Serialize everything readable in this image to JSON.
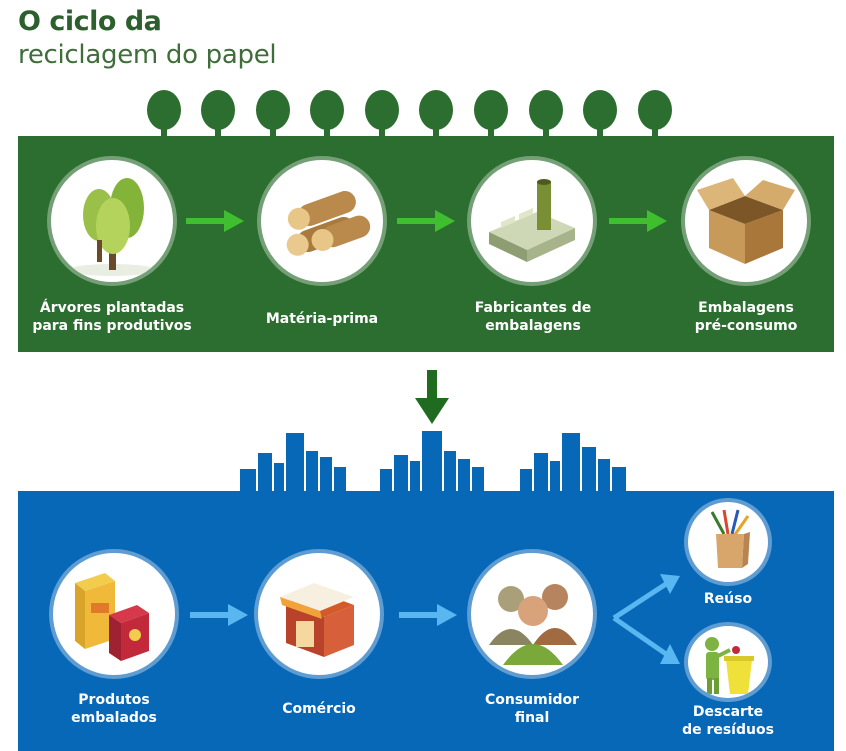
{
  "title": {
    "line1": "O ciclo da",
    "line2": "reciclagem do papel"
  },
  "production_stages": [
    {
      "line1": "Árvores plantadas",
      "line2": "para fins produtivos",
      "icon": "trees-icon"
    },
    {
      "line1": "Matéria-prima",
      "line2": "",
      "icon": "logs-icon"
    },
    {
      "line1": "Fabricantes de",
      "line2": "embalagens",
      "icon": "factory-icon"
    },
    {
      "line1": "Embalagens",
      "line2": "pré-consumo",
      "icon": "box-icon"
    }
  ],
  "consumption_stages": [
    {
      "line1": "Produtos",
      "line2": "embalados",
      "icon": "packaged-products-icon"
    },
    {
      "line1": "Comércio",
      "line2": "",
      "icon": "store-icon"
    },
    {
      "line1": "Consumidor",
      "line2": "final",
      "icon": "consumers-icon"
    }
  ],
  "outcomes": [
    {
      "line1": "Reúso",
      "line2": "",
      "icon": "pencil-cup-icon"
    },
    {
      "line1": "Descarte",
      "line2": "de resíduos",
      "icon": "waste-bin-icon"
    }
  ],
  "colors": {
    "title_green": "#2d5f2e",
    "production_panel": "#2c6e2f",
    "consumption_panel": "#0868b8",
    "production_arrow": "#3fbf2f",
    "consumption_arrow": "#58b6f0",
    "transition_arrow": "#1f6b1f"
  }
}
